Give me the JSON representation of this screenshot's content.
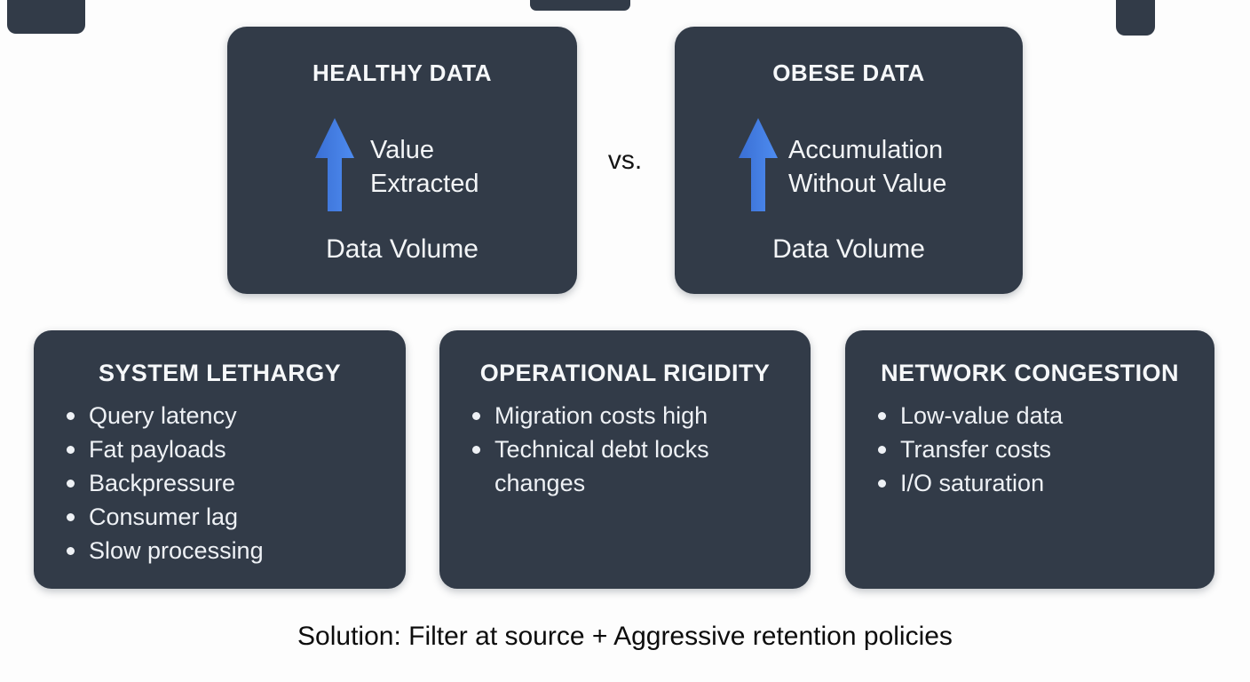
{
  "colors": {
    "card_bg": "#323b48",
    "arrow_blue": "#4080ee",
    "arrow_blue_dark": "#3a6fd4",
    "card_text": "#f3f5f7",
    "vs_text": "#141414",
    "solution_text": "#0d0d0d",
    "page_bg": "#ffffff"
  },
  "top_row": {
    "vs_label": "vs.",
    "cards": [
      {
        "title": "HEALTHY DATA",
        "arrow_icon": "up-arrow",
        "arrow_label_lines": [
          "Value",
          "Extracted"
        ],
        "axis_label": "Data Volume"
      },
      {
        "title": "OBESE DATA",
        "arrow_icon": "up-arrow",
        "arrow_label_lines": [
          "Accumulation",
          "Without Value"
        ],
        "axis_label": "Data Volume"
      }
    ]
  },
  "bottom_row": {
    "cards": [
      {
        "title": "SYSTEM LETHARGY",
        "bullets": [
          "Query latency",
          "Fat payloads",
          "Backpressure",
          "Consumer lag",
          "Slow processing"
        ]
      },
      {
        "title": "OPERATIONAL RIGIDITY",
        "bullets": [
          "Migration costs high",
          "Technical debt locks changes"
        ]
      },
      {
        "title": "NETWORK CONGESTION",
        "bullets": [
          "Low-value data",
          "Transfer costs",
          "I/O saturation"
        ]
      }
    ]
  },
  "footer": {
    "solution_text": "Solution: Filter at source + Aggressive retention policies"
  }
}
